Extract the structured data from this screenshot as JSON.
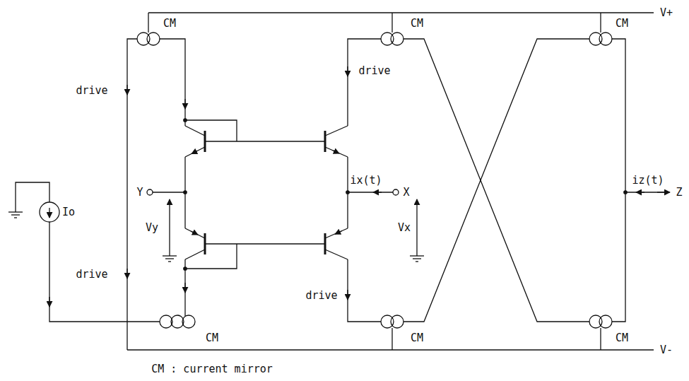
{
  "diagram": {
    "labels": [
      "V+",
      "CM",
      "CM",
      "CM",
      "drive",
      "drive",
      "Y",
      "ix(t)",
      "X",
      "iz(t)",
      "Z",
      "Vy",
      "Vx",
      "Io",
      "drive",
      "drive",
      "CM",
      "CM",
      "CM",
      "V-",
      "CM : current mirror"
    ]
  }
}
